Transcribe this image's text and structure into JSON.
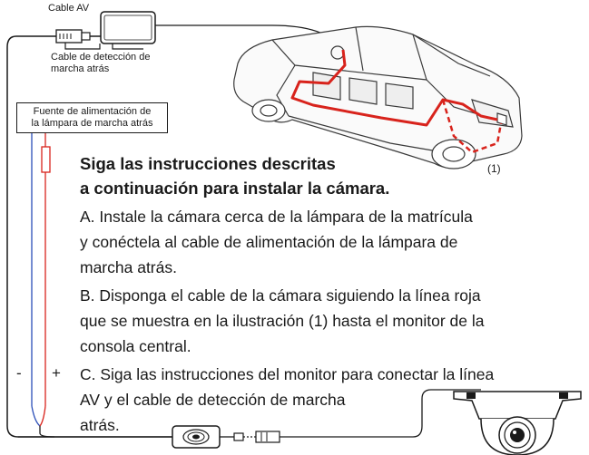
{
  "labels": {
    "cable_av": "Cable AV",
    "reverse_detect_line1": "Cable de detección de",
    "reverse_detect_line2": "marcha atrás",
    "power_line1": "Fuente de alimentación de",
    "power_line2": "la lámpara de marcha atrás",
    "figure_ref": "(1)",
    "minus": "-",
    "plus": "+"
  },
  "instructions": {
    "heading_line1": "Siga las instrucciones descritas",
    "heading_line2": "a continuación para instalar la cámara.",
    "lines": [
      "A. Instale la cámara cerca de la lámpara de la matrícula",
      "y conéctela al cable de alimentación de la lámpara de",
      "marcha atrás.",
      "B. Disponga el cable de la cámara siguiendo la línea roja",
      "que se muestra en la ilustración (1) hasta el monitor de la",
      "consola central.",
      "C. Siga las instrucciones del monitor para conectar la línea",
      "AV y el cable de detección de marcha",
      "atrás."
    ]
  },
  "colors": {
    "route_red": "#d8231c",
    "positive_red": "#d8231c",
    "negative_blue": "#2b4fb8",
    "line_dark": "#1a1a1a"
  }
}
